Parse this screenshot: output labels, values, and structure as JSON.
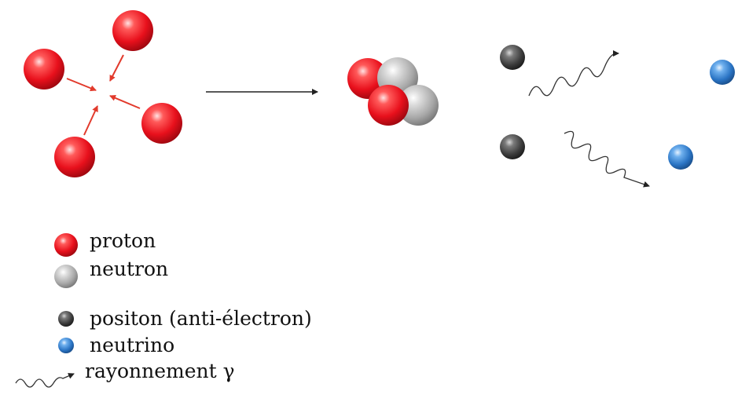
{
  "colors": {
    "proton": "#e8202a",
    "neutron": "#a8a8a8",
    "positon": "#444444",
    "neutrino": "#2f7fd0",
    "arrow_red": "#e23a2c",
    "arrow_dark": "#222222"
  },
  "particles": {
    "proton": "proton",
    "neutron": "neutron",
    "positon": "positon (anti-électron)",
    "neutrino": "neutrino",
    "gamma": "rayonnement γ"
  }
}
